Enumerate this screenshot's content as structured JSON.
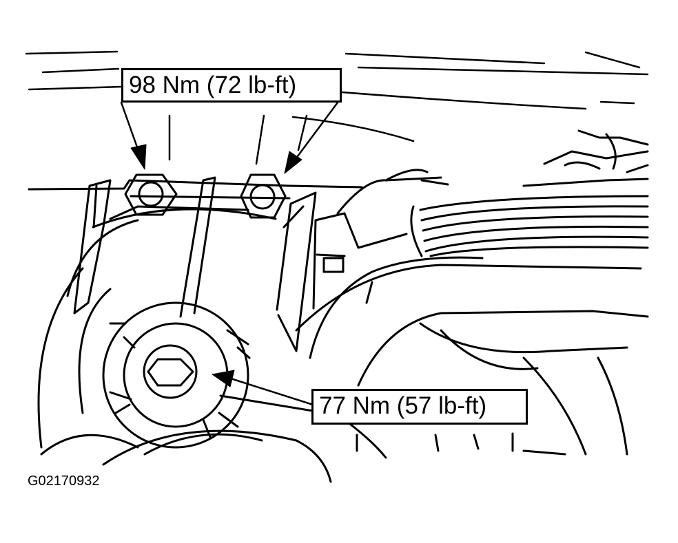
{
  "figure": {
    "id": "G02170932",
    "callouts": {
      "upper_torque": "98 Nm (72 lb-ft)",
      "lower_torque": "77 Nm (57 lb-ft)"
    }
  },
  "colors": {
    "line": "#000000",
    "background": "#ffffff"
  }
}
